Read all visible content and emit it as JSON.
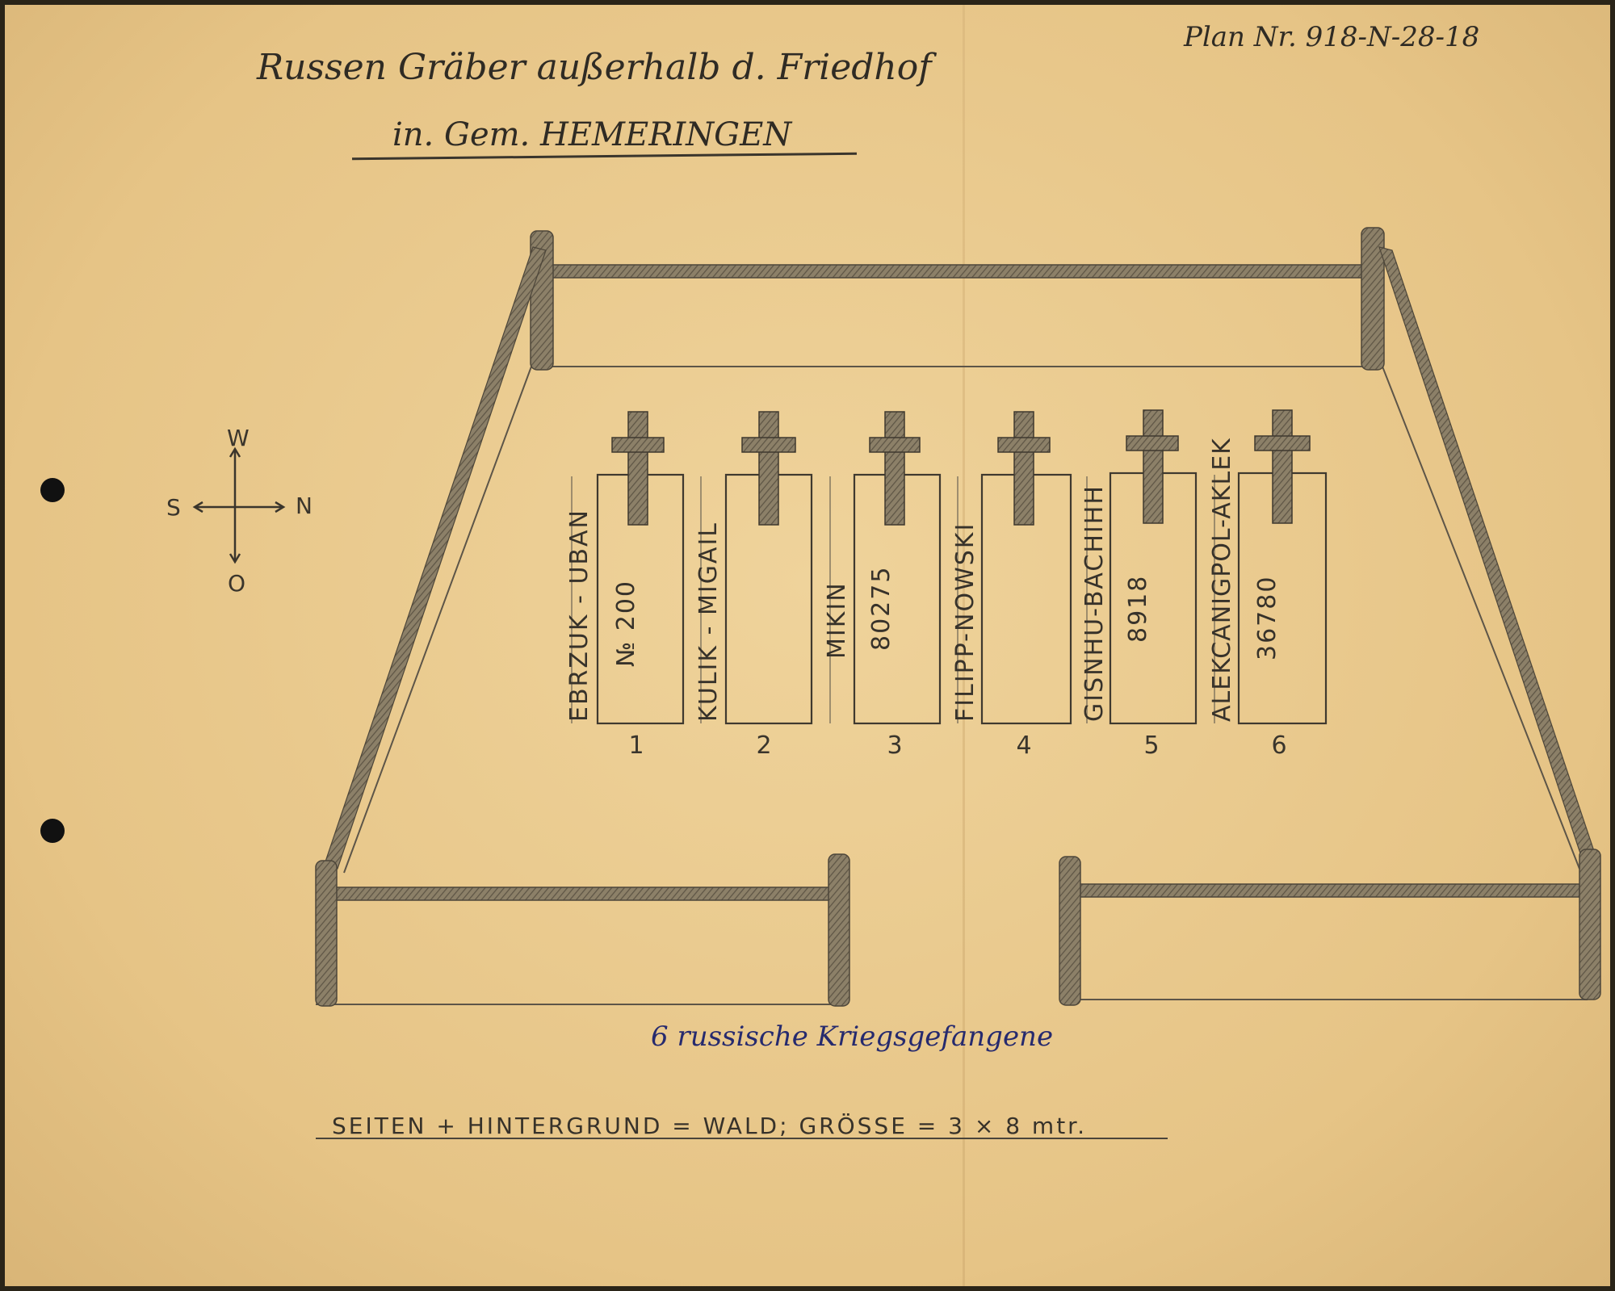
{
  "header": {
    "title_line1": "Russen Gräber außerhalb d. Friedhof",
    "title_line2": "in. Gem. HEMERINGEN",
    "plan_number": "Plan Nr. 918-N-28-18"
  },
  "compass": {
    "top": "W",
    "left": "S",
    "right": "N",
    "bottom": "O"
  },
  "graves": [
    {
      "index": "1",
      "name": "EBRZUK - UBAN",
      "number": "№ 200"
    },
    {
      "index": "2",
      "name": "KULIK - MIGAIL",
      "number": ""
    },
    {
      "index": "3",
      "name": "MIKIN",
      "number": "80275"
    },
    {
      "index": "4",
      "name": "FILIPP-NOWSKI",
      "number": ""
    },
    {
      "index": "5",
      "name": "GISNHU-BACHIHH",
      "number": "8918"
    },
    {
      "index": "6",
      "name": "ALEKCANIGPOL-AKLEK",
      "number": "36780"
    }
  ],
  "note": "6 russische Kriegsgefangene",
  "footer": "SEITEN + HINTERGRUND = WALD; GRÖSSE = 3 × 8 mtr."
}
